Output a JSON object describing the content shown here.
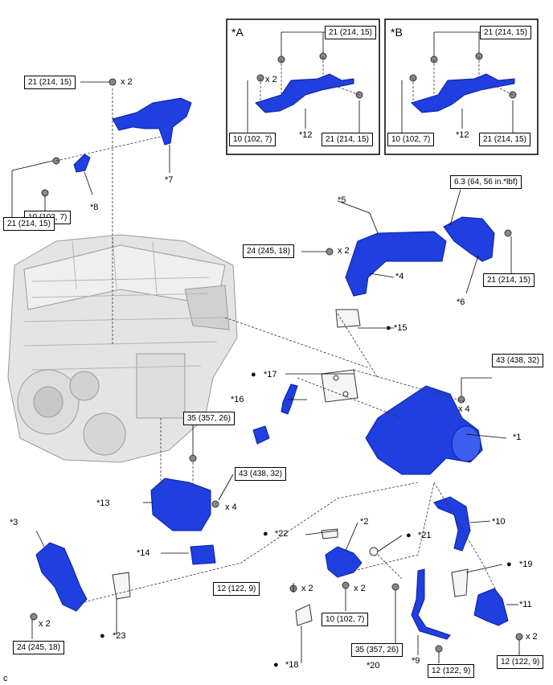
{
  "insets": [
    {
      "tag": "*A",
      "callouts": [
        "21 (214, 15)",
        "21 (214, 15)",
        "10 (102, 7)"
      ],
      "qty": "x 2",
      "part": "*12"
    },
    {
      "tag": "*B",
      "callouts": [
        "21 (214, 15)",
        "21 (214, 15)",
        "10 (102, 7)"
      ],
      "part": "*12"
    }
  ],
  "torque": {
    "t1": "21 (214, 15)",
    "t2": "10 (102, 7)",
    "t3": "21 (214, 15)",
    "t4": "24 (245, 18)",
    "t5": "6.3 (64, 56 in.*lbf)",
    "t6": "21 (214, 15)",
    "t7": "43 (438, 32)",
    "t8": "35 (357, 26)",
    "t9": "43 (438, 32)",
    "t10": "24 (245, 18)",
    "t11": "12 (122, 9)",
    "t12": "10 (102, 7)",
    "t13": "35 (357, 26)",
    "t14": "12 (122, 9)",
    "t15": "12 (122, 9)"
  },
  "qty": {
    "q1": "x 2",
    "q2": "x 2",
    "q3": "x 4",
    "q4": "x 4",
    "q5": "x 2",
    "q6": "x 2",
    "q7": "x 2",
    "q8": "x 2"
  },
  "parts": {
    "p1": "*1",
    "p2": "*2",
    "p3": "*3",
    "p4": "*4",
    "p5": "*5",
    "p6": "*6",
    "p7": "*7",
    "p8": "*8",
    "p9": "*9",
    "p10": "*10",
    "p11": "*11",
    "p13": "*13",
    "p14": "*14",
    "p15": "*15",
    "p16": "*16",
    "p17": "*17",
    "p18": "*18",
    "p19": "*19",
    "p20": "*20",
    "p21": "*21",
    "p22": "*22",
    "p23": "*23"
  },
  "bullet": "●",
  "corner": "c",
  "colors": {
    "part_blue": "#1f3fe0",
    "part_blue_light": "#5d7cf5",
    "engine_gray": "#d8d8d8"
  }
}
